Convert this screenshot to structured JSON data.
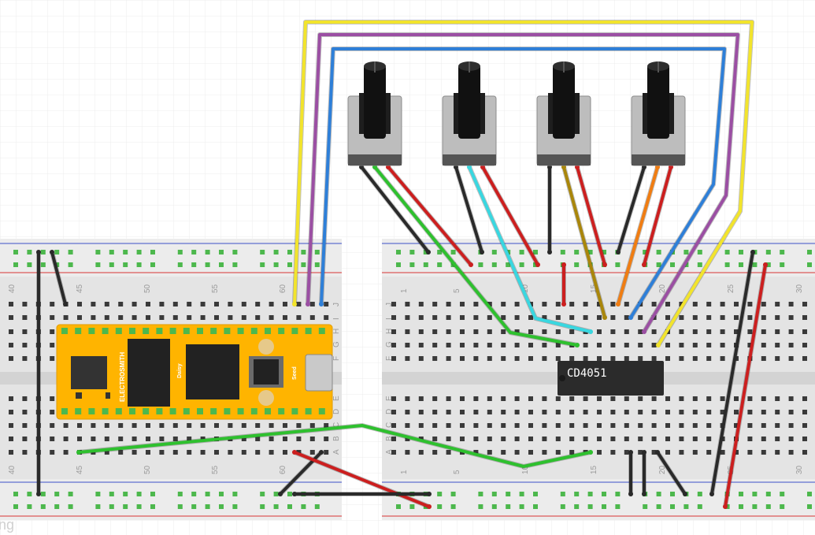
{
  "title": "",
  "colors": {
    "grid": "#eeeeee",
    "breadboard": "#e4e4e4",
    "rail_red": "#d83535",
    "rail_blue": "#3b4fc9",
    "hole_green": "#4db84d",
    "hole_dark": "#3a3a3a",
    "daisy_orange": "#ffb400",
    "wire_yellow": "#f2e42c",
    "wire_purple": "#9b4fa3",
    "wire_blue": "#2e7fd8",
    "wire_green": "#2ec02e",
    "wire_red": "#cc1f1f",
    "wire_black": "#2a2a2a",
    "wire_cyan": "#39d7e0",
    "wire_olive": "#a9860b",
    "wire_orange": "#f07d12"
  },
  "left_board": {
    "column_numbers": [
      "40",
      "45",
      "50",
      "55",
      "60"
    ],
    "row_letters_top": [
      "J",
      "I",
      "H",
      "G",
      "F"
    ],
    "row_letters_bottom": [
      "E",
      "D",
      "C",
      "B",
      "A"
    ]
  },
  "right_board": {
    "column_numbers": [
      "1",
      "5",
      "10",
      "15",
      "20",
      "25",
      "30"
    ],
    "row_letters_top": [
      "J",
      "I",
      "H",
      "G",
      "F"
    ],
    "row_letters_bottom": [
      "E",
      "D",
      "C",
      "B",
      "A"
    ]
  },
  "daisy": {
    "brand": "ELECTROSMITH",
    "model": "Daisy",
    "chip_label": "Seed"
  },
  "ic": {
    "label": "CD4051"
  },
  "potentiometers": [
    {
      "id": "pot-1",
      "icon": "potentiometer-icon"
    },
    {
      "id": "pot-2",
      "icon": "potentiometer-icon"
    },
    {
      "id": "pot-3",
      "icon": "potentiometer-icon"
    },
    {
      "id": "pot-4",
      "icon": "potentiometer-icon"
    }
  ],
  "watermark": "ng"
}
